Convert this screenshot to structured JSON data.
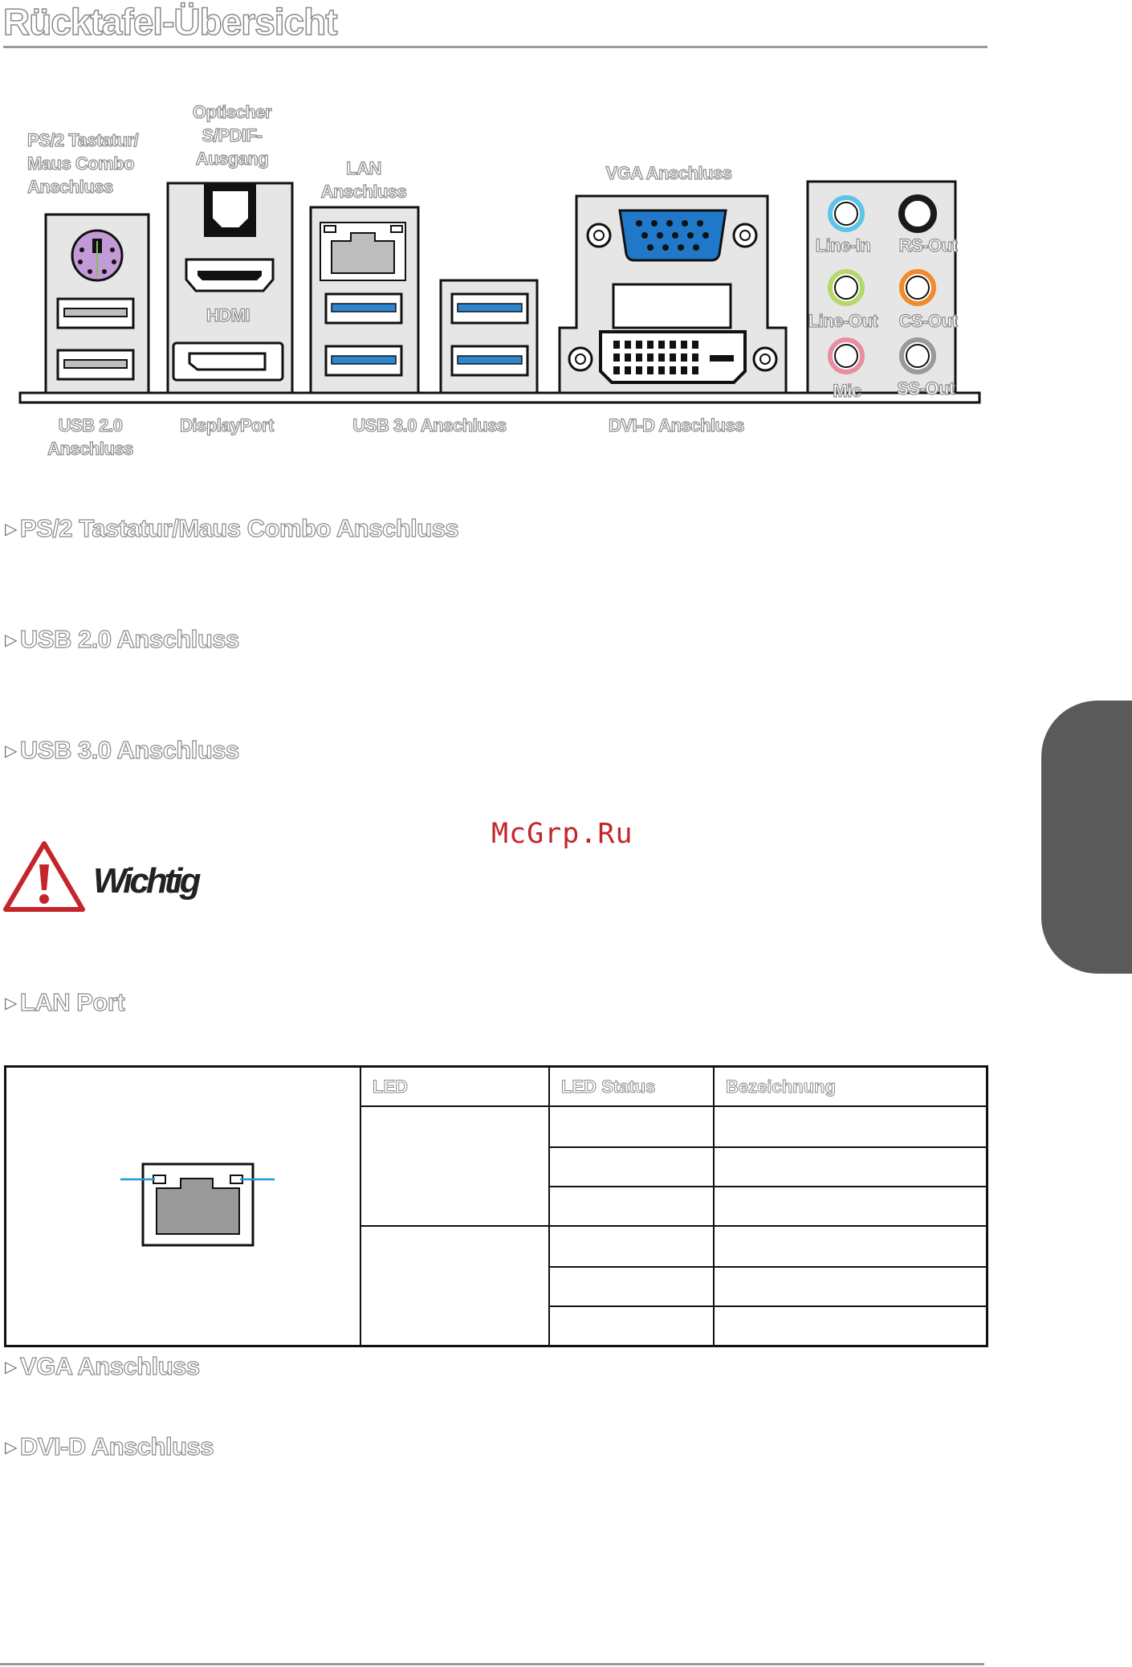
{
  "page_title": "Rücktafel-Übersicht",
  "watermark": "McGrp.Ru",
  "diagram_labels": {
    "ps2": "PS/2 Tastatur/\nMaus Combo\nAnschluss",
    "spdif": "Optischer\nS/PDIF-\nAusgang",
    "lan": "LAN\nAnschluss",
    "vga": "VGA Anschluss",
    "hdmi": "HDMI",
    "usb20": "USB 2.0\nAnschluss",
    "displayport": "DisplayPort",
    "usb30": "USB 3.0 Anschluss",
    "dvid": "DVI-D Anschluss",
    "line_in": "Line-In",
    "rs_out": "RS-Out",
    "line_out": "Line-Out",
    "cs_out": "CS-Out",
    "mic": "Mic",
    "ss_out": "SS-Out"
  },
  "audio_jack_colors": {
    "line_in": "#5ec4e6",
    "rs_out": "#1a1a1a",
    "line_out": "#b6d86a",
    "cs_out": "#f08a2a",
    "mic": "#e88ea0",
    "ss_out": "#9a9a9a"
  },
  "headings": {
    "ps2": "PS/2 Tastatur/Maus Combo Anschluss",
    "usb20": "USB 2.0 Anschluss",
    "usb30": "USB 3.0 Anschluss",
    "important": "Wichtig",
    "lan": "LAN Port",
    "vga": "VGA Anschluss",
    "dvid": "DVI-D Anschluss"
  },
  "led_table": {
    "headers": [
      "LED",
      "LED Status",
      "Bezeichnung"
    ]
  }
}
